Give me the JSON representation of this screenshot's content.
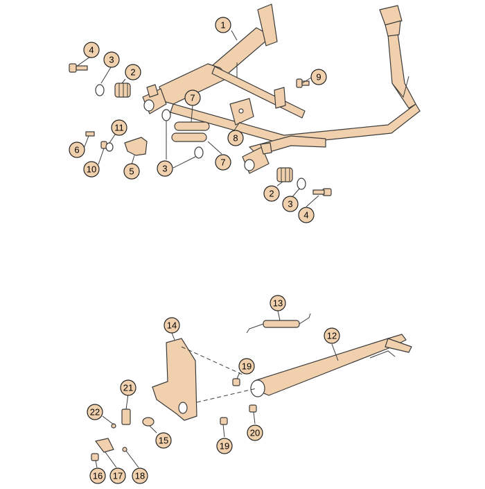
{
  "callouts": {
    "c1": "1",
    "c2a": "2",
    "c2b": "2",
    "c3a": "3",
    "c3b": "3",
    "c3c": "3",
    "c4a": "4",
    "c4b": "4",
    "c5": "5",
    "c6": "6",
    "c7a": "7",
    "c7b": "7",
    "c8": "8",
    "c9": "9",
    "c10": "10",
    "c11": "11",
    "c12": "12",
    "c13": "13",
    "c14": "14",
    "c15": "15",
    "c16": "16",
    "c17": "17",
    "c18": "18",
    "c19a": "19",
    "c19b": "19",
    "c20": "20",
    "c21": "21",
    "c22": "22"
  },
  "colors": {
    "part_fill": "#f1d1ad",
    "part_stroke": "#3a3a3a",
    "callout_fill": "#f1d1ad"
  }
}
